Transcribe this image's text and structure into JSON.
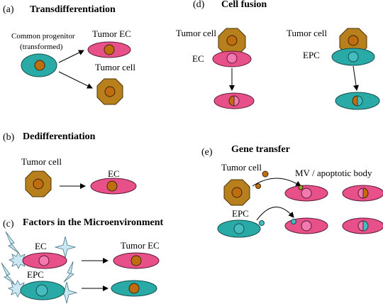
{
  "panels": {
    "a": {
      "letter": "(a)",
      "title": "Transdifferentiation",
      "progenitor_line1": "Common progenitor",
      "progenitor_line2": "(transformed)",
      "tumor_ec": "Tumor EC",
      "tumor_cell": "Tumor cell"
    },
    "b": {
      "letter": "(b)",
      "title": "Dedifferentiation",
      "tumor_cell": "Tumor cell",
      "ec": "EC"
    },
    "c": {
      "letter": "(c)",
      "title": "Factors in the Microenvironment",
      "ec": "EC",
      "epc": "EPC",
      "tumor_ec": "Tumor EC"
    },
    "d": {
      "letter": "(d)",
      "title": "Cell fusion",
      "tumor_cell_left": "Tumor cell",
      "ec": "EC",
      "tumor_cell_right": "Tumor cell",
      "epc": "EPC"
    },
    "e": {
      "letter": "(e)",
      "title": "Gene transfer",
      "tumor_cell": "Tumor cell",
      "mv": "MV / apoptotic body",
      "epc": "EPC"
    }
  },
  "colors": {
    "ec": "#e8508a",
    "epc": "#2aaaa6",
    "tumor_cell": "#b8801c",
    "star": "#c9e8f4"
  }
}
